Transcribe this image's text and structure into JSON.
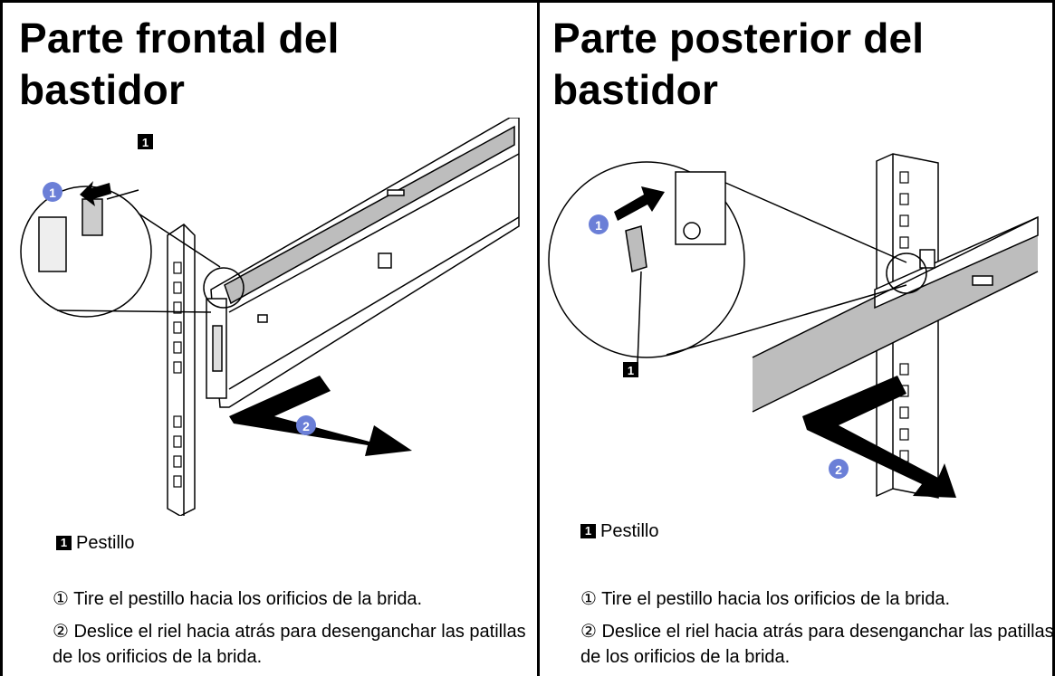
{
  "left": {
    "title": "Parte frontal del\nbastidor",
    "legend_number": "1",
    "legend_label": "Pestillo",
    "step1": "① Tire el pestillo hacia los orificios de la brida.",
    "step2": "② Deslice el riel hacia atrás para desenganchar las patillas de los orificios de la brida.",
    "callouts": {
      "latch": "1",
      "step1": "1",
      "step2": "2"
    }
  },
  "right": {
    "title": "Parte posterior del\nbastidor",
    "legend_number": "1",
    "legend_label": "Pestillo",
    "step1": "① Tire el pestillo hacia los orificios de la brida.",
    "step2": "② Deslice el riel hacia atrás para desenganchar las patillas de los orificios de la brida.",
    "callouts": {
      "latch": "1",
      "step1": "1",
      "step2": "2"
    }
  },
  "colors": {
    "callout_circle": "#6b7fd7",
    "rail_shade": "#bdbdbd",
    "line": "#000000"
  }
}
